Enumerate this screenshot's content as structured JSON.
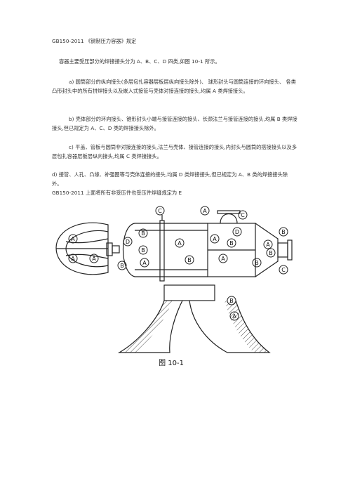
{
  "document": {
    "heading": "GB150-2011 《钢制压力容器》规定",
    "intro": "容器主要受压部分的焊接接头分为 A、B、C、D 四类,如图 10-1 所示。",
    "item_a": "a) 圆筒部分的纵向接头(多层包扎容器层板层纵向接头除外)、 球形封头与圆筒连接的环向接头、 各类凸形封头中的所有拼焊接头以及嵌入式接管与壳体对接连接的接头,均属 A 类焊接接头。",
    "item_b": "b) 壳体部分的环向接头、锥形封头小端与接管连接的接头、长颈法兰与接管连接的接头,均属 B 类焊接接头,但已规定为 A、C、D 类的焊接接头除外。",
    "item_c": "c) 平盖、管板与圆筒非对接连接的接头,法兰与壳体、接管连接的接头,内封头与圆筒的搭接接头以及多层包扎容器层板层纵向接头,均属 C 类焊接接头。",
    "item_d": "d) 接管、人孔、凸缘、补强圈等与壳体连接的接头,均属 D 类焊接接头,但已规定为 A、B 类的焊接接头除外。",
    "note": "GB150-2011 上面将所有非受压件也受压件焊缝规定为 E"
  },
  "figure": {
    "caption": "图 10-1",
    "labels": {
      "A": "A",
      "B": "B",
      "C": "C",
      "D": "D"
    }
  }
}
